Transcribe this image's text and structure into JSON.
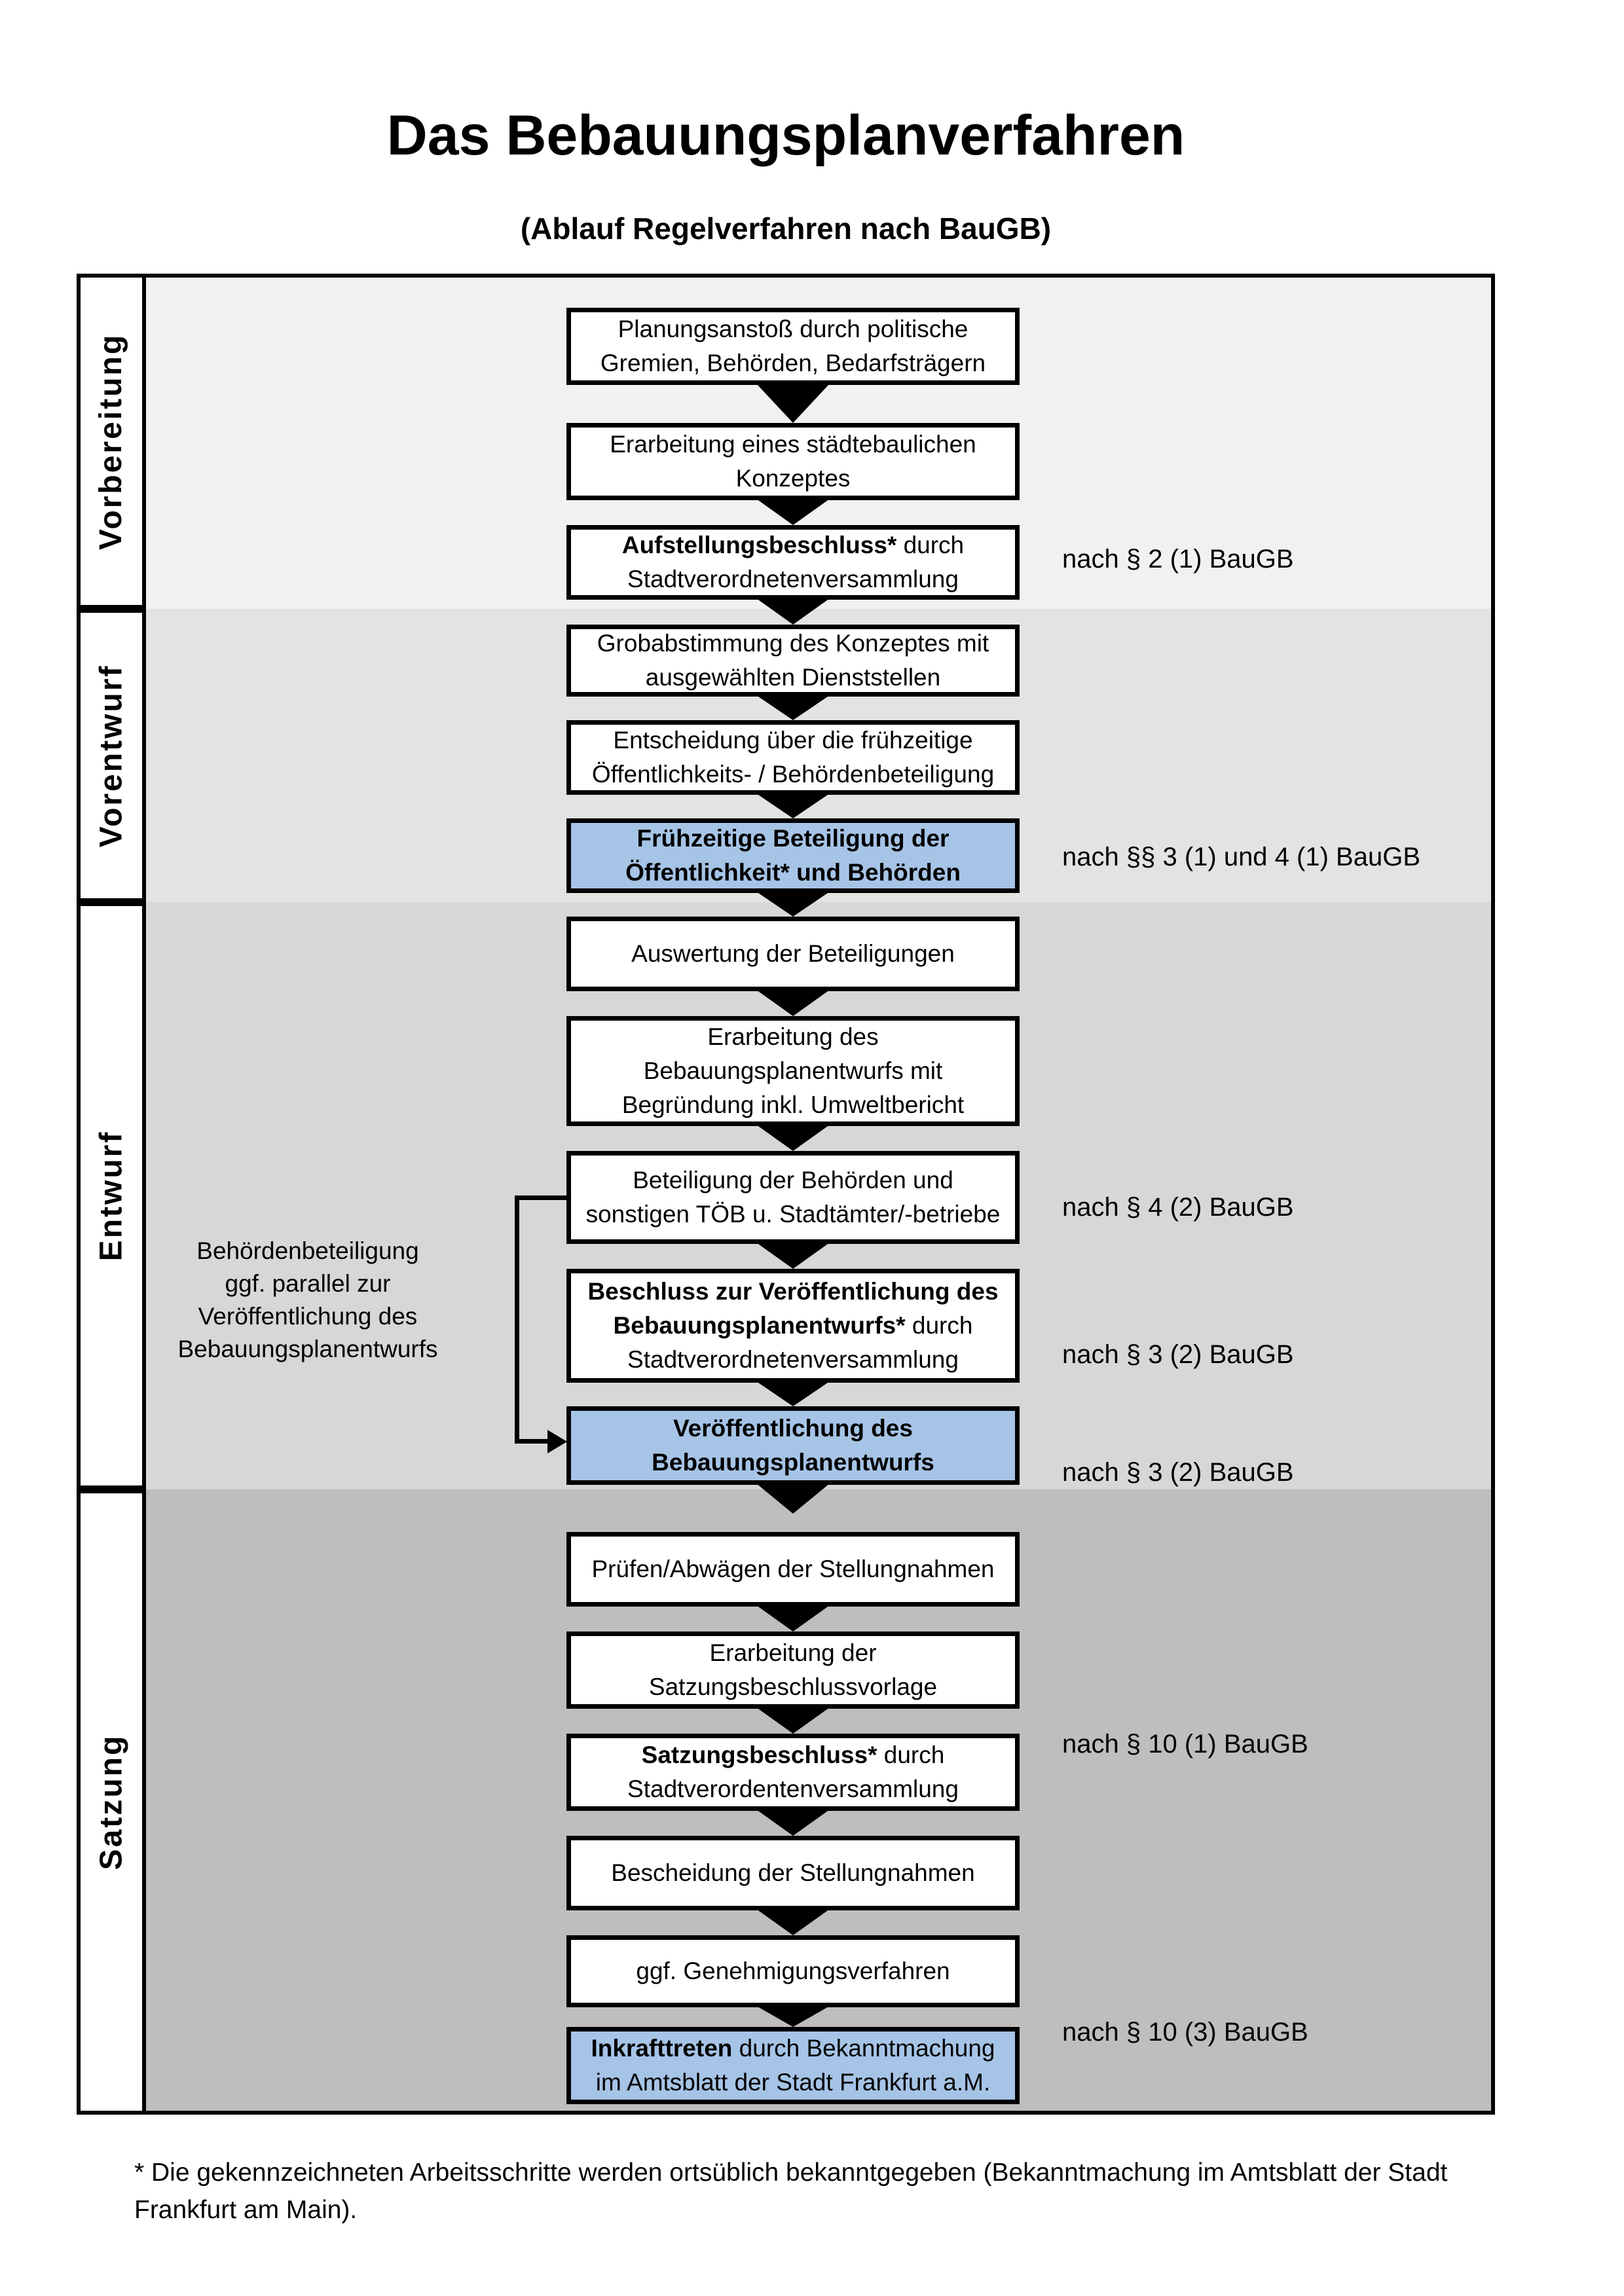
{
  "title": "Das Bebauungsplanverfahren",
  "subtitle": "(Ablauf Regelverfahren nach BauGB)",
  "colors": {
    "highlight_box": "#a6c4e6",
    "box_border": "#000000",
    "band_vorbereitung": "#f1f1f1",
    "band_vorentwurf": "#e3e3e3",
    "band_entwurf": "#d7d7d7",
    "band_satzung": "#bebebe"
  },
  "phases": [
    {
      "label": "Vorbereitung",
      "band_color": "#f1f1f1"
    },
    {
      "label": "Vorentwurf",
      "band_color": "#e3e3e3"
    },
    {
      "label": "Entwurf",
      "band_color": "#d7d7d7"
    },
    {
      "label": "Satzung",
      "band_color": "#bebebe"
    }
  ],
  "flow": {
    "boxes": [
      {
        "highlight": false,
        "lines": [
          [
            {
              "text": "Planungsanstoß durch politische"
            }
          ],
          [
            {
              "text": "Gremien, Behörden, Bedarfsträgern"
            }
          ]
        ]
      },
      {
        "highlight": false,
        "lines": [
          [
            {
              "text": "Erarbeitung eines städtebaulichen"
            }
          ],
          [
            {
              "text": "Konzeptes"
            }
          ]
        ]
      },
      {
        "highlight": false,
        "lines": [
          [
            {
              "text": "Aufstellungsbeschluss*",
              "bold": true
            },
            {
              "text": " durch"
            }
          ],
          [
            {
              "text": "Stadtverordnetenversammlung"
            }
          ]
        ]
      },
      {
        "highlight": false,
        "lines": [
          [
            {
              "text": "Grobabstimmung des Konzeptes mit"
            }
          ],
          [
            {
              "text": "ausgewählten Dienststellen"
            }
          ]
        ]
      },
      {
        "highlight": false,
        "lines": [
          [
            {
              "text": "Entscheidung über die frühzeitige"
            }
          ],
          [
            {
              "text": "Öffentlichkeits- / Behördenbeteiligung"
            }
          ]
        ]
      },
      {
        "highlight": true,
        "lines": [
          [
            {
              "text": "Frühzeitige Beteiligung der",
              "bold": true
            }
          ],
          [
            {
              "text": "Öffentlichkeit* und Behörden",
              "bold": true
            }
          ]
        ]
      },
      {
        "highlight": false,
        "lines": [
          [
            {
              "text": "Auswertung der Beteiligungen"
            }
          ]
        ]
      },
      {
        "highlight": false,
        "lines": [
          [
            {
              "text": "Erarbeitung des"
            }
          ],
          [
            {
              "text": "Bebauungsplanentwurfs mit"
            }
          ],
          [
            {
              "text": "Begründung inkl. Umweltbericht"
            }
          ]
        ]
      },
      {
        "highlight": false,
        "lines": [
          [
            {
              "text": "Beteiligung der Behörden und"
            }
          ],
          [
            {
              "text": "sonstigen TÖB u. Stadtämter/-betriebe"
            }
          ]
        ]
      },
      {
        "highlight": false,
        "lines": [
          [
            {
              "text": "Beschluss zur Veröffentlichung des",
              "bold": true
            }
          ],
          [
            {
              "text": "Bebauungsplanentwurfs*",
              "bold": true
            },
            {
              "text": " durch"
            }
          ],
          [
            {
              "text": "Stadtverordnetenversammlung"
            }
          ]
        ]
      },
      {
        "highlight": true,
        "lines": [
          [
            {
              "text": "Veröffentlichung des",
              "bold": true
            }
          ],
          [
            {
              "text": "Bebauungsplanentwurfs",
              "bold": true
            }
          ]
        ]
      },
      {
        "highlight": false,
        "lines": [
          [
            {
              "text": "Prüfen/Abwägen der Stellungnahmen"
            }
          ]
        ]
      },
      {
        "highlight": false,
        "lines": [
          [
            {
              "text": "Erarbeitung der"
            }
          ],
          [
            {
              "text": "Satzungsbeschlussvorlage"
            }
          ]
        ]
      },
      {
        "highlight": false,
        "lines": [
          [
            {
              "text": "Satzungsbeschluss*",
              "bold": true
            },
            {
              "text": " durch"
            }
          ],
          [
            {
              "text": "Stadtverordentenversammlung"
            }
          ]
        ]
      },
      {
        "highlight": false,
        "lines": [
          [
            {
              "text": "Bescheidung der Stellungnahmen"
            }
          ]
        ]
      },
      {
        "highlight": false,
        "lines": [
          [
            {
              "text": "ggf. Genehmigungsverfahren"
            }
          ]
        ]
      },
      {
        "highlight": true,
        "lines": [
          [
            {
              "text": "Inkrafttreten",
              "bold": true
            },
            {
              "text": " durch Bekanntmachung"
            }
          ],
          [
            {
              "text": "im Amtsblatt der Stadt Frankfurt a.M."
            }
          ]
        ]
      }
    ]
  },
  "legal_refs": [
    {
      "text": "nach § 2 (1) BauGB"
    },
    {
      "text": "nach §§ 3 (1) und 4 (1) BauGB"
    },
    {
      "text": "nach § 4 (2) BauGB"
    },
    {
      "text": "nach § 3 (2) BauGB"
    },
    {
      "text": "nach § 3 (2) BauGB"
    },
    {
      "text": "nach § 10 (1) BauGB"
    },
    {
      "text": "nach § 10 (3) BauGB"
    }
  ],
  "side_note": {
    "text": "Behördenbeteiligung\nggf. parallel zur\nVeröffentlichung des\nBebauungsplanentwurfs"
  },
  "footnote": "* Die gekennzeichneten Arbeitsschritte werden ortsüblich bekanntgegeben (Bekanntmachung im Amtsblatt  der Stadt Frankfurt am Main)."
}
